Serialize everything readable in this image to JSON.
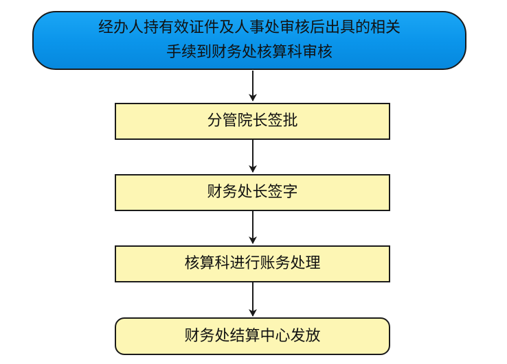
{
  "diagram": {
    "start": {
      "line1": "经办人持有效证件及人事处审核后出具的相关",
      "line2": "手续到财务处核算科审核"
    },
    "steps": [
      "分管院长签批",
      "财务处长签字",
      "核算科进行账务处理"
    ],
    "end": "财务处结算中心发放"
  },
  "colors": {
    "start_fill": "#0a94ea",
    "box_fill": "#fdf6b4",
    "border": "#1a1a1a",
    "arrow": "#1a1a1a"
  }
}
